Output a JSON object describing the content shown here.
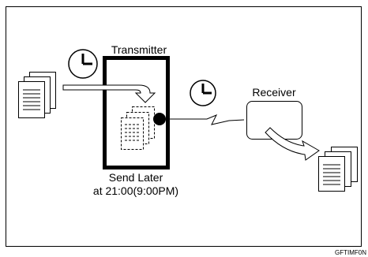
{
  "diagram": {
    "transmitter_label": "Transmitter",
    "receiver_label": "Receiver",
    "send_later_line1": "Send Later",
    "send_later_line2": "at 21:00(9:00PM)",
    "figure_code": "GFTIMF0N"
  },
  "icons": {
    "clock_1": "clock-icon",
    "clock_2": "clock-icon",
    "source_document": "document-stack-icon",
    "stored_document": "document-stack-icon",
    "received_document": "document-stack-icon"
  }
}
